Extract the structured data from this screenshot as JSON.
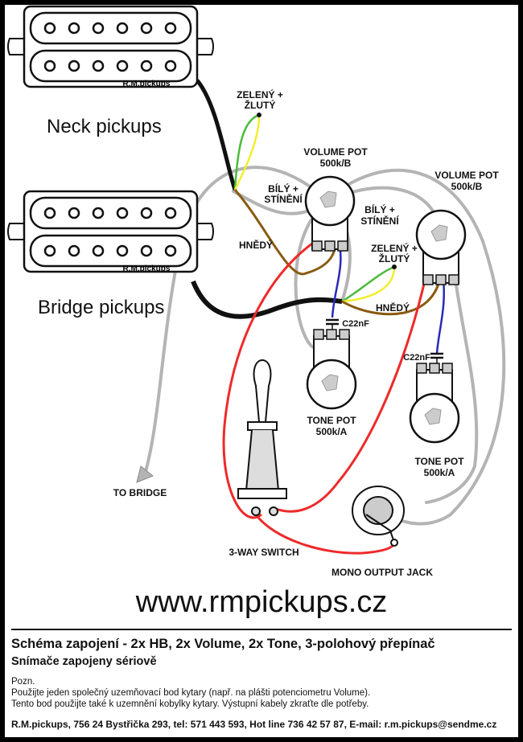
{
  "diagram": {
    "pickups": {
      "neck": "Neck pickups",
      "bridge": "Bridge pickups",
      "brand": "R.M.pickups"
    },
    "labels": {
      "green_yellow_1": [
        "ZELENÝ +",
        "ŽLUTÝ"
      ],
      "green_yellow_2": [
        "ZELENÝ +",
        "ŽLUTÝ"
      ],
      "white_shield_1": [
        "BÍLÝ +",
        "STÍNĚNÍ"
      ],
      "white_shield_2": [
        "BÍLÝ +",
        "STÍNĚNÍ"
      ],
      "brown_1": "HNĚDÝ",
      "brown_2": "HNĚDÝ",
      "volume_pot_1": [
        "VOLUME POT",
        "500k/B"
      ],
      "volume_pot_2": [
        "VOLUME POT",
        "500k/B"
      ],
      "tone_pot_1": [
        "TONE POT",
        "500k/A"
      ],
      "tone_pot_2": [
        "TONE POT",
        "500k/A"
      ],
      "cap_1": "C22nF",
      "cap_2": "C22nF",
      "to_bridge": "TO BRIDGE",
      "switch": "3-WAY SWITCH",
      "jack": "MONO OUTPUT JACK"
    },
    "wire_colors": {
      "black": "#111111",
      "red": "#ee2a2a",
      "blue": "#2a2ab8",
      "brown": "#8a5a10",
      "gray": "#b4b4b4",
      "green": "#4cbb3c",
      "yellow": "#f2ee30"
    }
  },
  "website": "www.rmpickups.cz",
  "footer": {
    "title": "Schéma zapojení - 2x HB, 2x Volume, 2x Tone, 3-polohový přepínač",
    "subtitle": "Snímače zapojeny sériově",
    "notes": [
      "Pozn.",
      "Použijte jeden společný uzemňovací bod kytary (např. na plášti potenciometru Volume).",
      "Tento bod použijte také k uzemnění kobylky kytary. Výstupní kabely zkraťte dle potřeby."
    ],
    "address": "R.M.pickups, 756 24 Bystřička 293, tel: 571 443 593, Hot line 736 42 57 87, E-mail: r.m.pickups@sendme.cz"
  }
}
